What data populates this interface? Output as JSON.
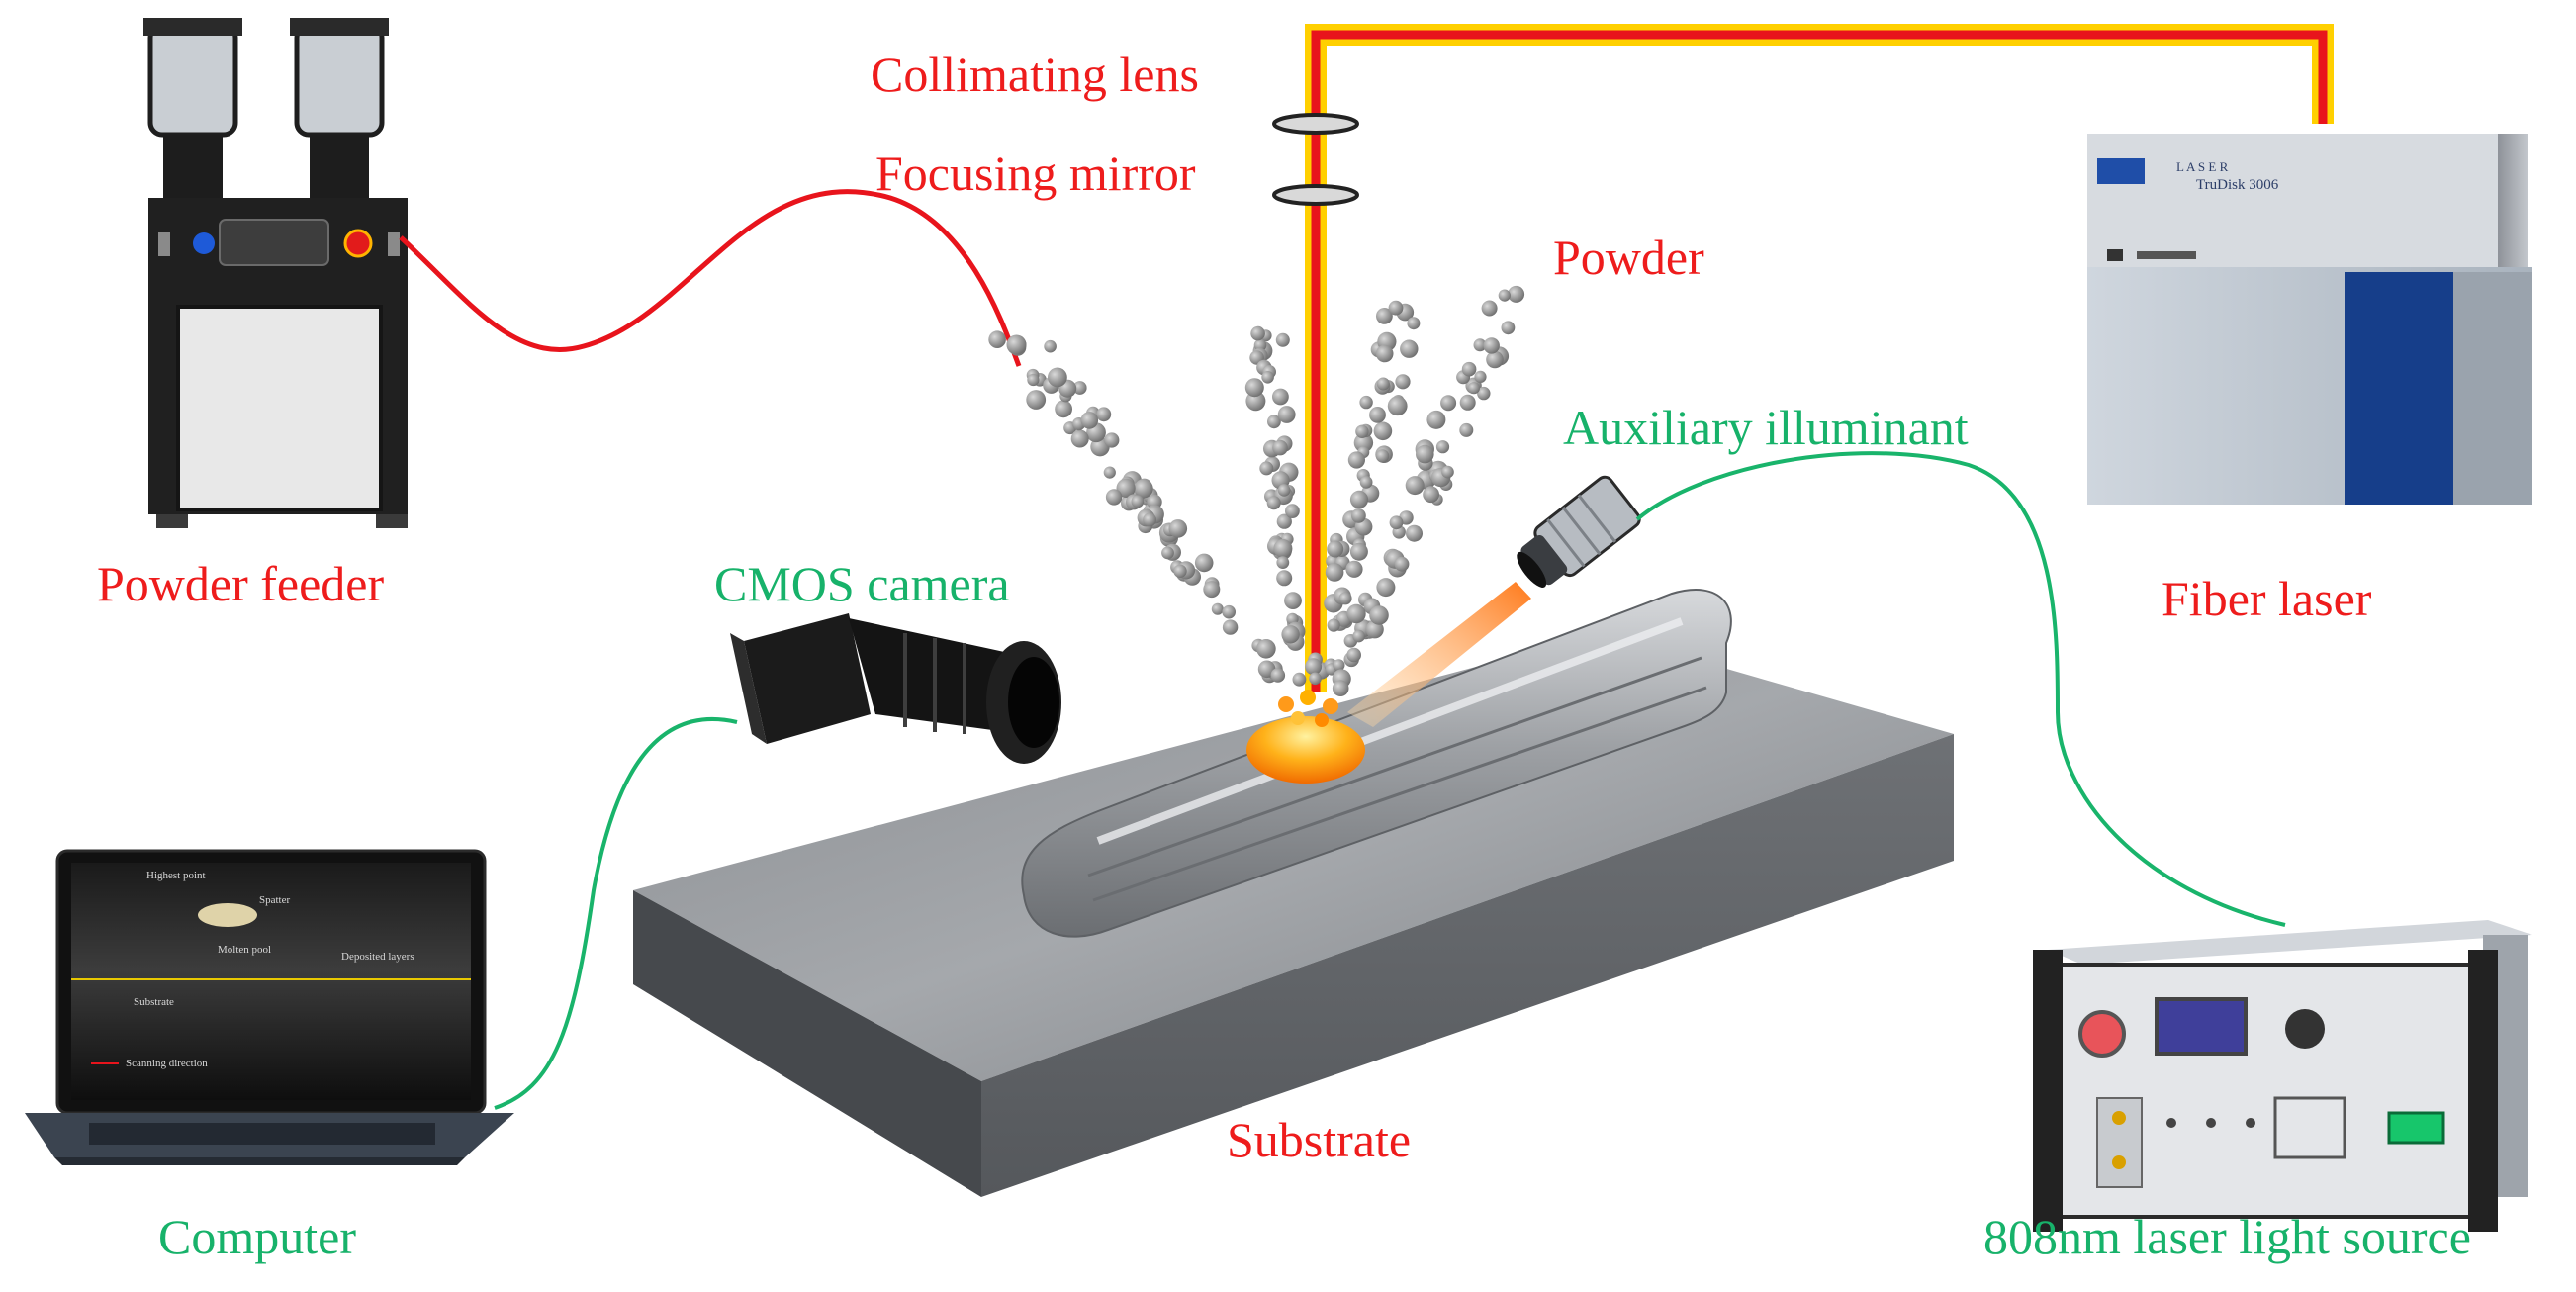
{
  "labels": {
    "collimating_lens": "Collimating lens",
    "focusing_mirror": "Focusing mirror",
    "powder": "Powder",
    "auxiliary_illuminant": "Auxiliary illuminant",
    "powder_feeder": "Powder feeder",
    "cmos_camera": "CMOS camera",
    "fiber_laser": "Fiber laser",
    "computer": "Computer",
    "substrate": "Substrate",
    "laser_light_source": "808nm laser light source"
  },
  "fiber_laser_panel": {
    "brand": "L A S E R",
    "model": "TruDisk 3006"
  },
  "laptop_screen": {
    "highest_point": "Highest point",
    "spatter": "Spatter",
    "molten_pool": "Molten pool",
    "deposited_layers": "Deposited layers",
    "substrate": "Substrate",
    "scanning_direction": "Scanning direction"
  },
  "colors": {
    "red_label": "#ee1c1c",
    "green_label": "#17b26a",
    "powder_line": "#e8141c",
    "signal_line": "#19b46b",
    "laser_core": "#e8141c",
    "laser_glow": "#ffd000"
  }
}
